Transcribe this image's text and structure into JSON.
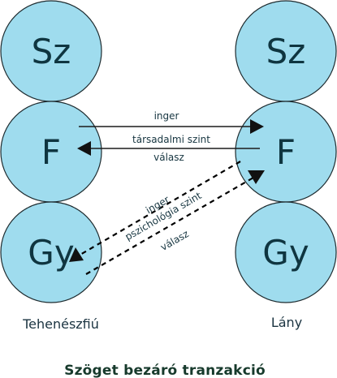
{
  "left_person": {
    "name": "Tehenészfiú",
    "states": [
      "Sz",
      "F",
      "Gy"
    ]
  },
  "right_person": {
    "name": "Lány",
    "states": [
      "Sz",
      "F",
      "Gy"
    ]
  },
  "social_level": {
    "top_label": "inger",
    "middle_label": "társadalmi szint",
    "bottom_label": "válasz"
  },
  "psychological_level": {
    "label_1": "inger",
    "label_2": "pszichológia szint",
    "label_3": "válasz"
  },
  "caption": "Szöget bezáró tranzakció",
  "colors": {
    "circle_fill": "#9fdcee",
    "circle_stroke": "#1e2b2f",
    "circle_text": "#0f3540",
    "caption_text": "#173a2c"
  }
}
